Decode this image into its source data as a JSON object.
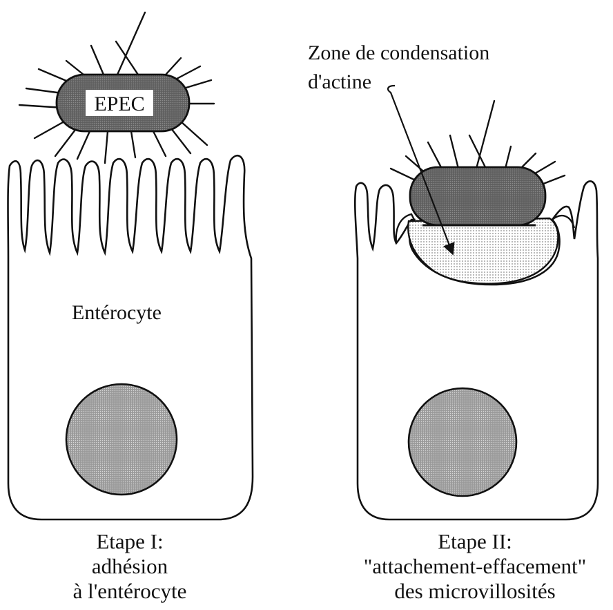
{
  "panel_left": {
    "bacterium_label": "EPEC",
    "cell_label": "Entérocyte",
    "caption_line1": "Etape I:",
    "caption_line2": "adhésion",
    "caption_line3": "à l'entérocyte"
  },
  "panel_right": {
    "zone_label_line1": "Zone de condensation",
    "zone_label_line2": "d'actine",
    "caption_line1": "Etape II:",
    "caption_line2": "\"attachement-effacement\"",
    "caption_line3": "des microvillosités"
  },
  "colors": {
    "line": "#111111",
    "bacterium_fill": "#6e6e6e",
    "nucleus_fill": "#a9a9a9",
    "actin_fill": "#dcdcdc",
    "background": "#ffffff"
  }
}
